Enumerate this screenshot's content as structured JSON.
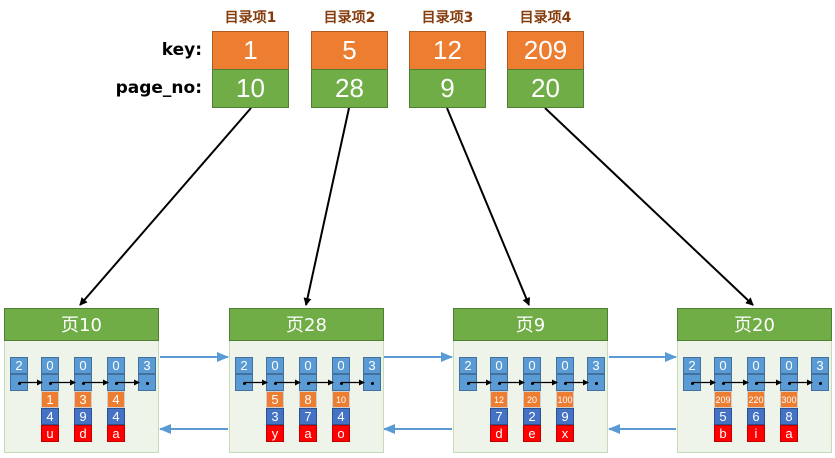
{
  "directory": {
    "row_labels": {
      "key": "key:",
      "page_no": "page_no:"
    },
    "entries": [
      {
        "title": "目录项1",
        "key": "1",
        "page_no": "10"
      },
      {
        "title": "目录项2",
        "key": "5",
        "page_no": "28"
      },
      {
        "title": "目录项3",
        "key": "12",
        "page_no": "9"
      },
      {
        "title": "目录项4",
        "key": "209",
        "page_no": "20"
      }
    ]
  },
  "pages": [
    {
      "title": "页10",
      "infimum_n_owned": "2",
      "supremum_n_owned": "3",
      "records": [
        {
          "n_owned": "0",
          "key": "1",
          "col2": "4",
          "col3": "u"
        },
        {
          "n_owned": "0",
          "key": "3",
          "col2": "9",
          "col3": "d"
        },
        {
          "n_owned": "0",
          "key": "4",
          "col2": "4",
          "col3": "a"
        }
      ]
    },
    {
      "title": "页28",
      "infimum_n_owned": "2",
      "supremum_n_owned": "3",
      "records": [
        {
          "n_owned": "0",
          "key": "5",
          "col2": "3",
          "col3": "y"
        },
        {
          "n_owned": "0",
          "key": "8",
          "col2": "7",
          "col3": "a"
        },
        {
          "n_owned": "0",
          "key": "10",
          "col2": "4",
          "col3": "o"
        }
      ]
    },
    {
      "title": "页9",
      "infimum_n_owned": "2",
      "supremum_n_owned": "3",
      "records": [
        {
          "n_owned": "0",
          "key": "12",
          "col2": "7",
          "col3": "d"
        },
        {
          "n_owned": "0",
          "key": "20",
          "col2": "2",
          "col3": "e"
        },
        {
          "n_owned": "0",
          "key": "100",
          "col2": "9",
          "col3": "x"
        }
      ]
    },
    {
      "title": "页20",
      "infimum_n_owned": "2",
      "supremum_n_owned": "3",
      "records": [
        {
          "n_owned": "0",
          "key": "209",
          "col2": "5",
          "col3": "b"
        },
        {
          "n_owned": "0",
          "key": "220",
          "col2": "6",
          "col3": "i"
        },
        {
          "n_owned": "0",
          "key": "300",
          "col2": "8",
          "col3": "a"
        }
      ]
    }
  ],
  "colors": {
    "entry_title": "#843c0c",
    "key_cell": "#ed7d31",
    "page_no_cell": "#70ad47",
    "page_header": "#70ad47",
    "page_body": "#eff4ea",
    "header_cell": "#5b9bd5",
    "value_cell": "#4472c4",
    "char_cell": "#ff0000",
    "sibling_link": "#5b9bd5"
  }
}
